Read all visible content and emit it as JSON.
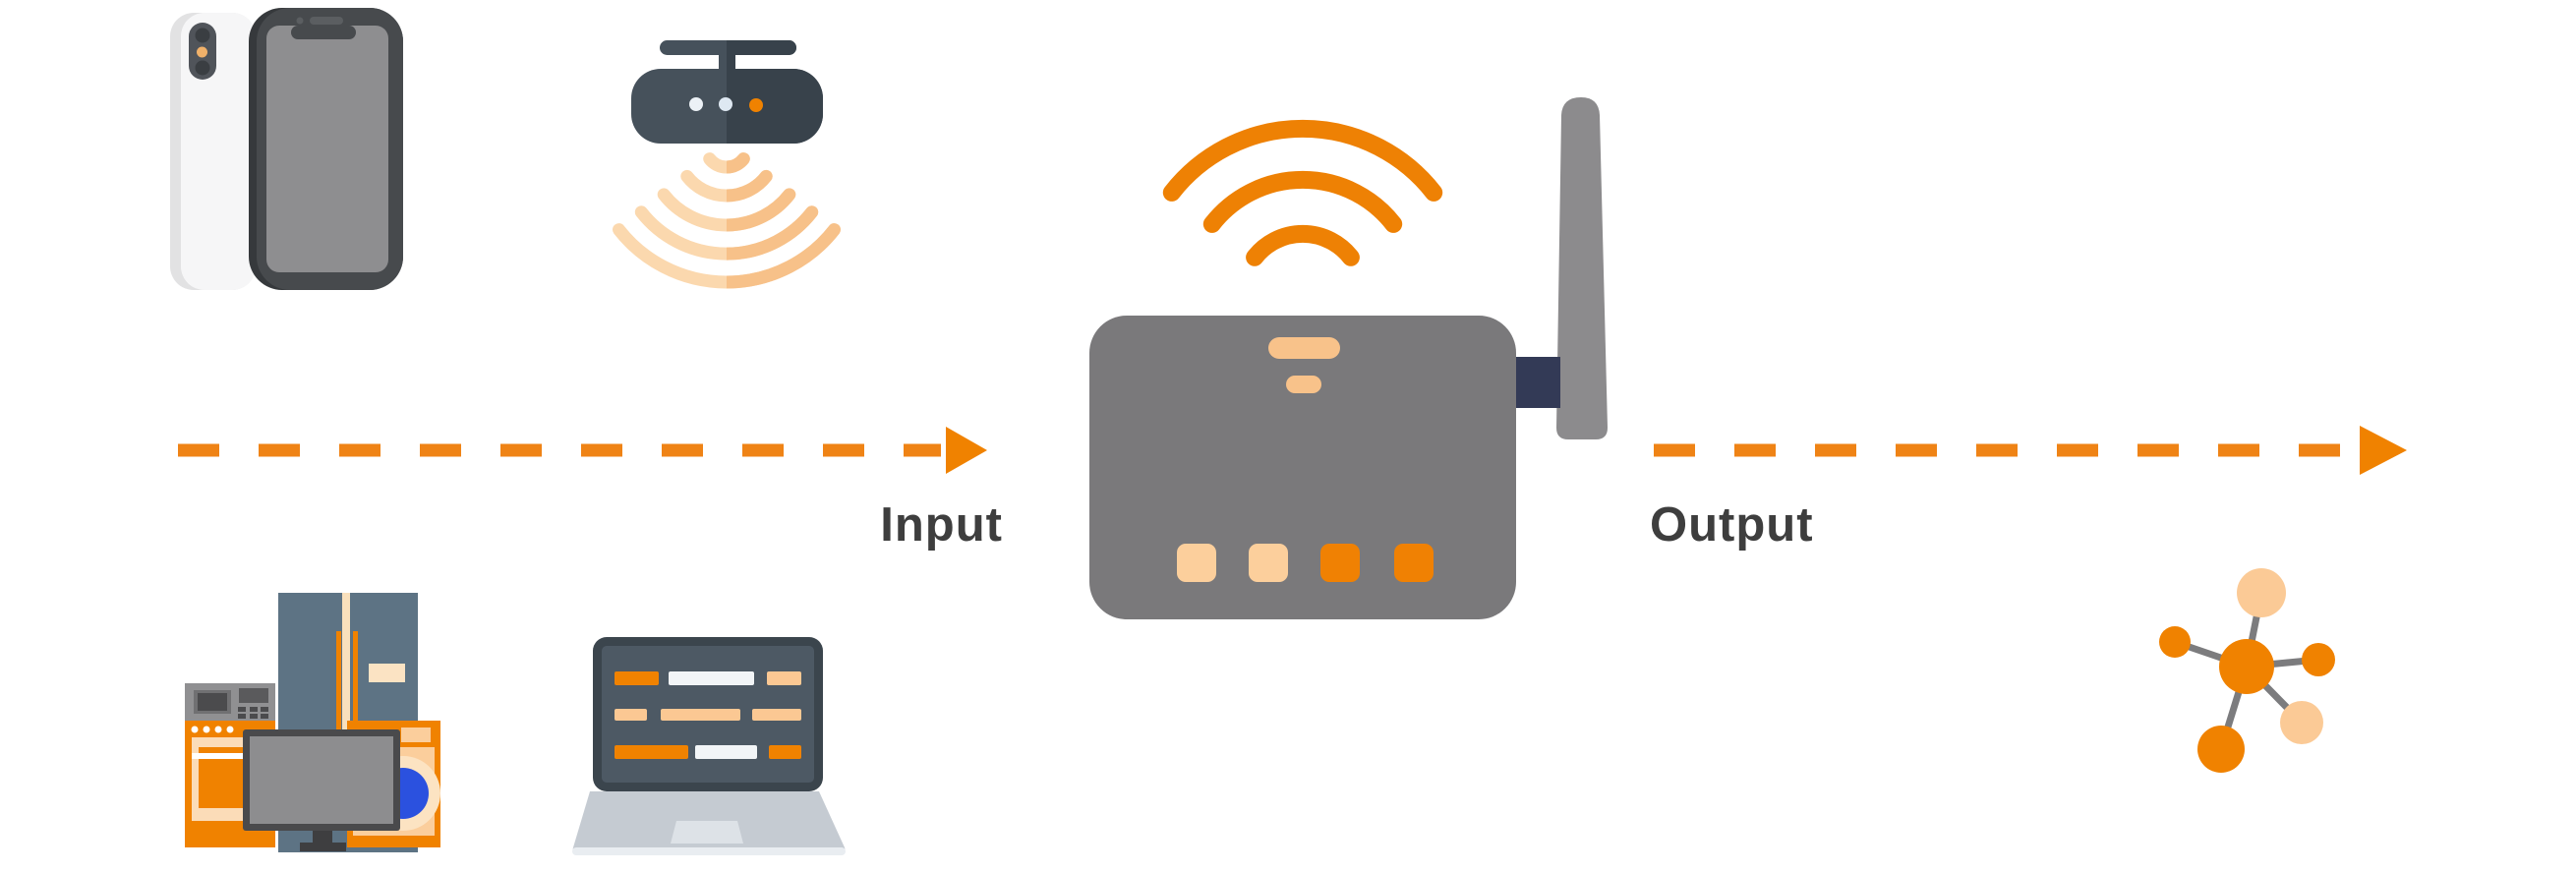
{
  "page": {
    "title": "IoT wifi-router data flow diagram",
    "background": "#FFFFFF"
  },
  "flow": {
    "input_label": "Input",
    "output_label": "Output",
    "direction": "left-to-right",
    "arrow_style": "dashed-orange-with-triangle-head"
  },
  "icons": {
    "input_devices": [
      "smartphone-icon",
      "wireless-sensor-icon",
      "home-appliances-icon",
      "laptop-icon"
    ],
    "hub": "wifi-router-icon",
    "output_device": "network-nodes-icon"
  },
  "colors": {
    "orange": "#F08200",
    "orange_deep": "#EE8104",
    "dash_orange": "#EF8315",
    "peach": "#F8C28A",
    "peach_light": "#FBDCB8",
    "slate": "#46515B",
    "slate_dark": "#38424B",
    "slate_blue": "#5D7384",
    "router_gray": "#7A797B",
    "antenna_gray": "#8C8B8D",
    "connector_navy": "#333A56",
    "tv_screen_gray": "#8D8D8F",
    "tv_frame_gray": "#4A4A4C",
    "laptop_base_gray": "#C5CBD2",
    "washer_door_blue": "#2B51DF",
    "label_text": "#3E3E3E",
    "background": "#FFFFFF"
  }
}
